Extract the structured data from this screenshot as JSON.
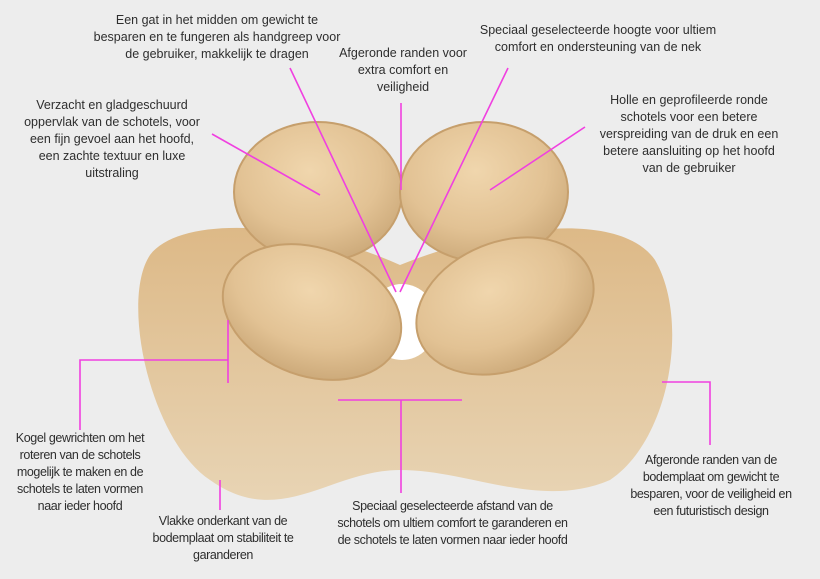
{
  "annotations": {
    "gat": "Een gat in het midden om gewicht te besparen en te fungeren als handgreep voor de gebruiker, makkelijk te dragen",
    "afgeronde_randen": "Afgeronde randen voor extra comfort en veiligheid",
    "hoogte": "Speciaal geselecteerde hoogte voor ultiem comfort en ondersteuning van de nek",
    "verzacht": "Verzacht en gladgeschuurd oppervlak van de schotels, voor een fijn gevoel aan het hoofd, een zachte textuur en luxe uitstraling",
    "holle": "Holle en geprofileerde ronde schotels voor een betere verspreiding van de druk en een betere aansluiting op het hoofd van de gebruiker",
    "kogel": "Kogel gewrichten om het roteren van de schotels mogelijk te maken en de schotels te laten vormen naar ieder hoofd",
    "vlakke": "Vlakke onderkant van de bodemplaat om stabiliteit te garanderen",
    "afstand": "Speciaal geselecteerde afstand van de schotels om ultiem comfort te garanderen en de schotels te laten vormen naar ieder hoofd",
    "bodemplaat": "Afgeronde randen van de bodemplaat om gewicht te besparen, voor de veiligheid en een futuristisch design"
  },
  "colors": {
    "leader": "#f040e0",
    "wood": "#e2c294",
    "background": "#ededed"
  }
}
